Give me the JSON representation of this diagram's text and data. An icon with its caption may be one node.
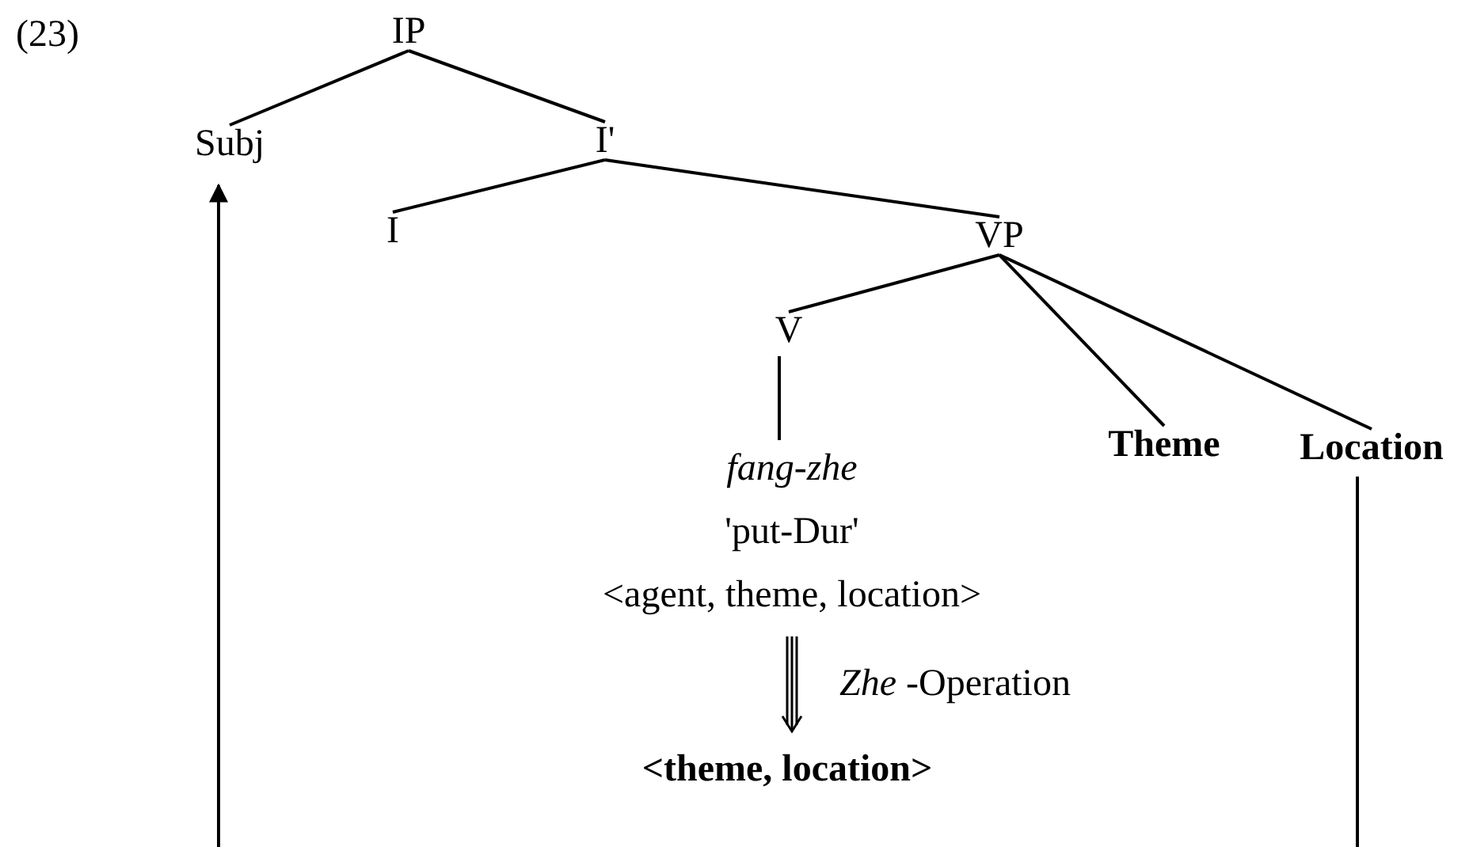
{
  "diagram": {
    "nodes": [
      {
        "text": [
          "IP"
        ]
      },
      {
        "text": [
          "Subj"
        ]
      },
      {
        "text": [
          "I'"
        ]
      },
      {
        "text": [
          "I"
        ]
      },
      {
        "text": [
          "VP"
        ]
      },
      {
        "text": [
          "V"
        ]
      },
      {
        "text": [
          "fang-zhe",
          "'put-Dur'",
          "<agent, theme, location>"
        ]
      },
      {
        "text": [
          "Theme"
        ]
      },
      {
        "text": [
          "Location"
        ]
      },
      {
        "text": [
          "<theme, location>"
        ]
      }
    ],
    "edges": [
      {
        "from": 0,
        "to": 1,
        "arrow": "none"
      },
      {
        "from": 0,
        "to": 2,
        "arrow": "none"
      },
      {
        "from": 2,
        "to": 3,
        "arrow": "none"
      },
      {
        "from": 2,
        "to": 4,
        "arrow": "none"
      },
      {
        "from": 4,
        "to": 5,
        "arrow": "none"
      },
      {
        "from": 4,
        "to": 7,
        "arrow": "none"
      },
      {
        "from": 4,
        "to": 8,
        "arrow": "none"
      },
      {
        "from": 5,
        "to": 6,
        "arrow": "none"
      },
      {
        "from": 6,
        "to": 9,
        "arrow": "to",
        "label": "*Zhe* -Operation"
      },
      {
        "from": 8,
        "to": 1,
        "arrow": "to"
      }
    ],
    "labels": [
      "(23)"
    ]
  }
}
